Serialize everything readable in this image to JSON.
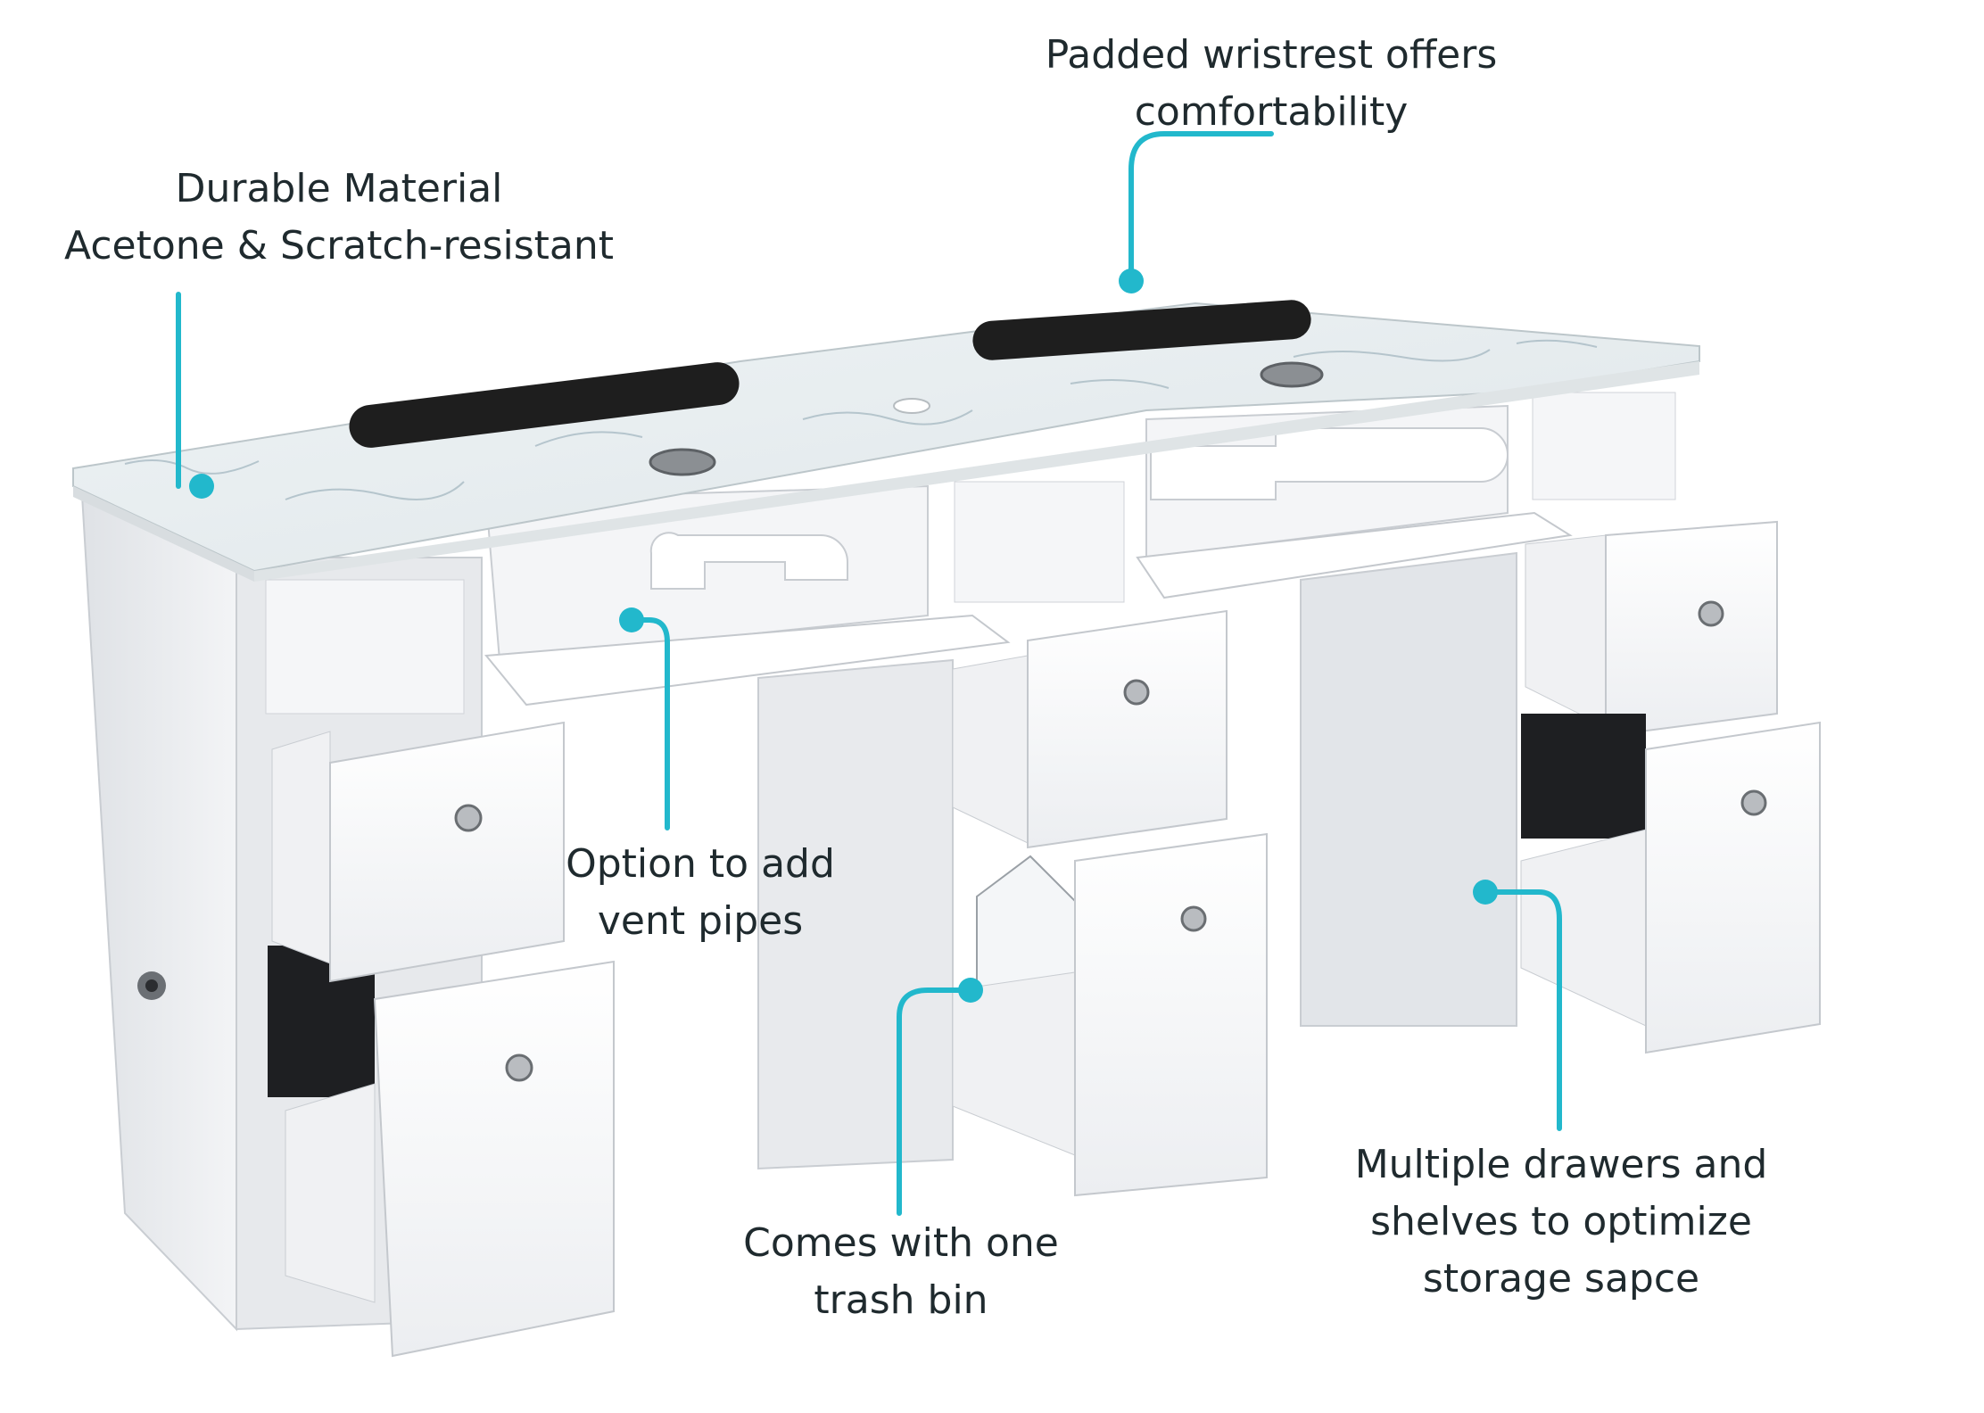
{
  "colors": {
    "accent": "#22b8cc",
    "cabinet": "#eef0f3",
    "cabinet_shade": "#d6d9de",
    "marble": "#e9eef0",
    "wristrest": "#1e1e1e",
    "text": "#1f2a2e"
  },
  "callouts": {
    "durable": {
      "line1": "Durable Material",
      "line2": "Acetone & Scratch-resistant"
    },
    "wristrest": {
      "line1": "Padded wristrest offers",
      "line2": "comfortability"
    },
    "vent": {
      "line1": "Option to add",
      "line2": "vent pipes"
    },
    "trash": {
      "line1": "Comes with one",
      "line2": "trash bin"
    },
    "drawers": {
      "line1": "Multiple drawers and",
      "line2": "shelves to optimize",
      "line3": "storage sapce"
    }
  }
}
